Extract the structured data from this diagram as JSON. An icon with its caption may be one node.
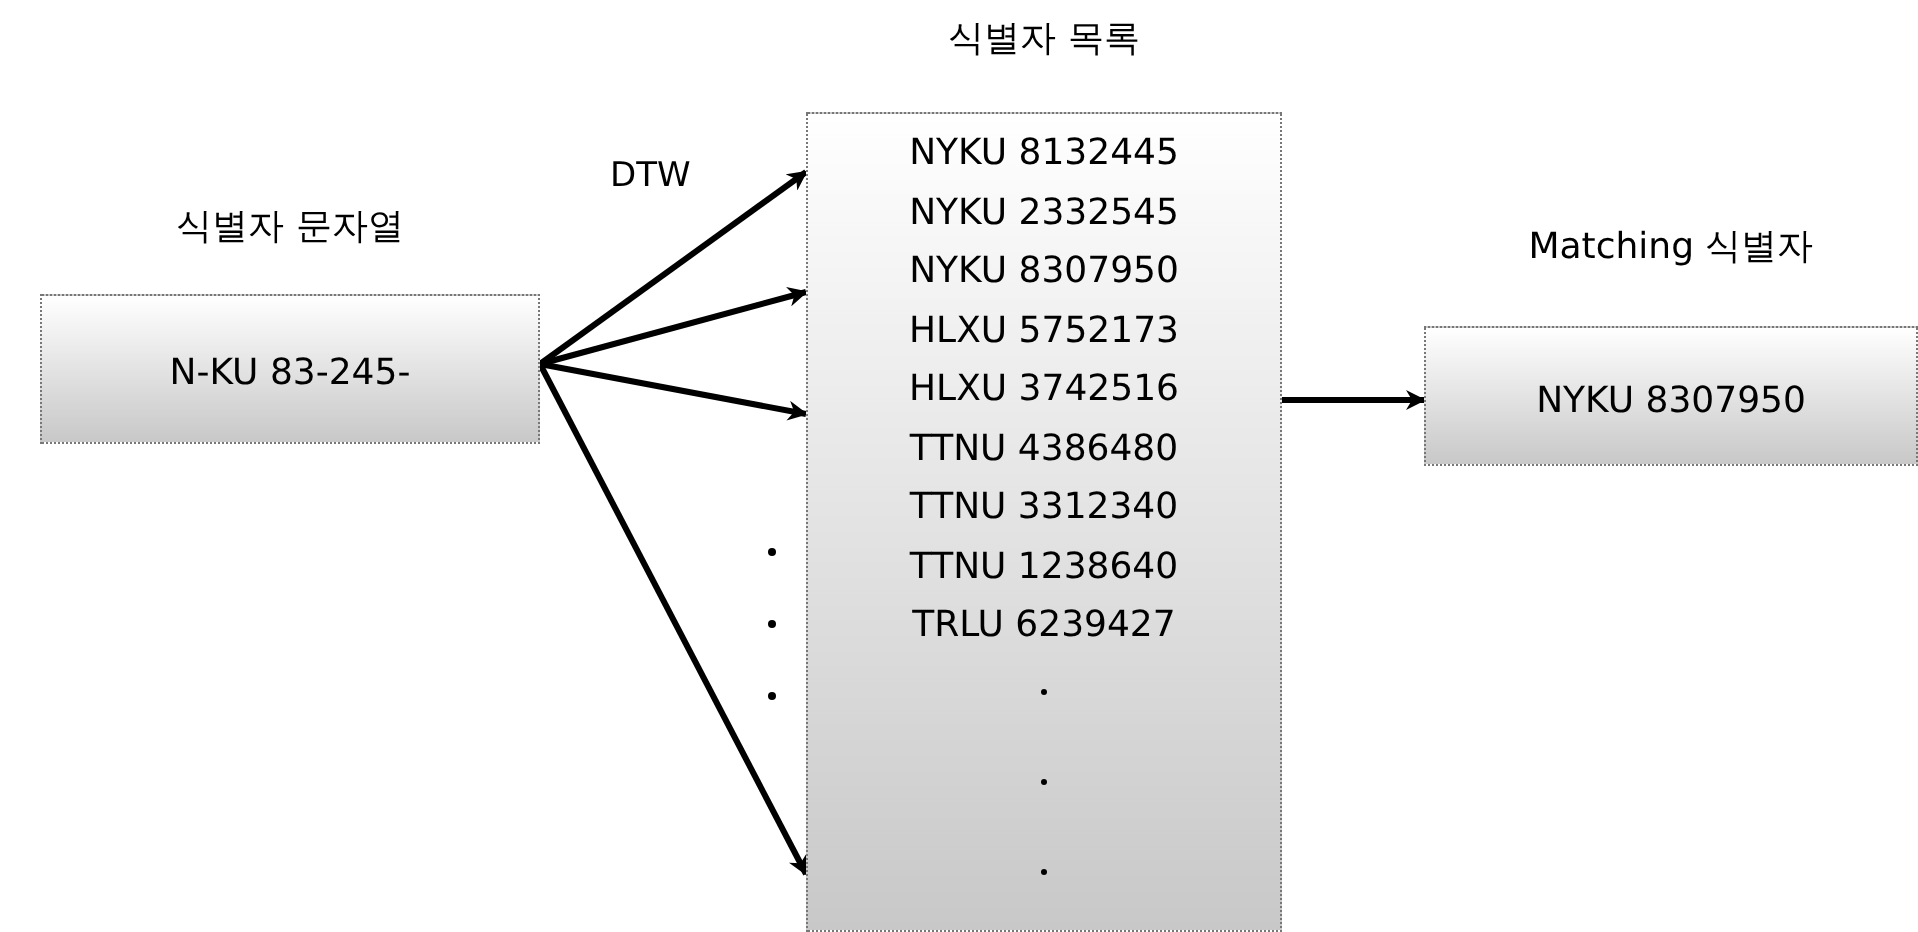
{
  "diagram": {
    "nodes": [
      {
        "text": [
          "식별자 문자열",
          "N-KU 83-245-"
        ]
      },
      {
        "text": [
          "식별자 목록",
          "NYKU 8132445",
          "NYKU 2332545",
          "NYKU 8307950",
          "HLXU 5752173",
          "HLXU 3742516",
          "TTNU 4386480",
          "TTNU 3312340",
          "TTNU 1238640",
          "TRLU 6239427"
        ]
      },
      {
        "text": [
          "Matching 식별자",
          "NYKU 8307950"
        ]
      }
    ],
    "edges": [
      {
        "from": 0,
        "to": 1,
        "arrow": "to",
        "label": "DTW"
      },
      {
        "from": 0,
        "to": 1,
        "arrow": "to"
      },
      {
        "from": 0,
        "to": 1,
        "arrow": "to"
      },
      {
        "from": 0,
        "to": 1,
        "arrow": "to"
      },
      {
        "from": 1,
        "to": 2,
        "arrow": "to"
      }
    ]
  }
}
